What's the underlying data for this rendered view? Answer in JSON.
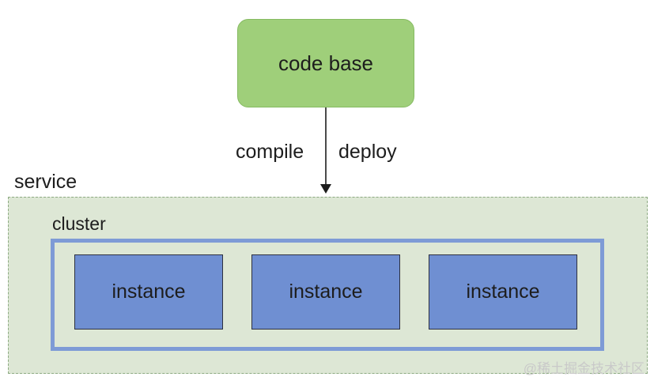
{
  "diagram": {
    "code_base": "code base",
    "edge_labels": {
      "left": "compile",
      "right": "deploy"
    },
    "service_label": "service",
    "cluster_label": "cluster",
    "instances": [
      "instance",
      "instance",
      "instance"
    ],
    "watermark": "@稀土掘金技术社区"
  },
  "colors": {
    "code_base_fill": "#9fcf7a",
    "service_fill": "#dde7d5",
    "cluster_border": "#7e9bd6",
    "instance_fill": "#6f8fd2"
  }
}
